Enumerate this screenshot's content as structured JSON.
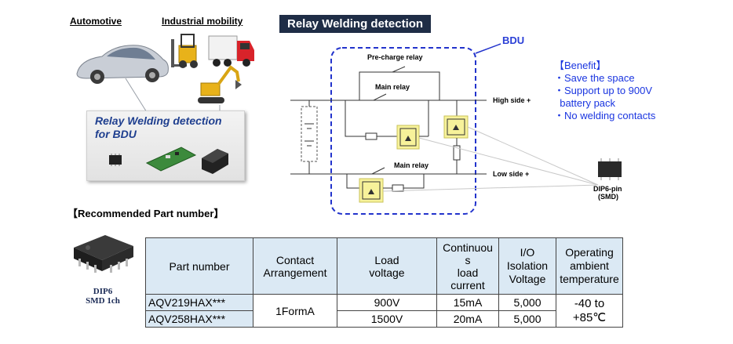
{
  "top_labels": {
    "automotive": "Automotive",
    "industrial": "Industrial mobility"
  },
  "panel": {
    "line1": "Relay Welding detection",
    "line2": "for BDU"
  },
  "diagram": {
    "title": "Relay Welding detection",
    "bdu": "BDU",
    "precharge_relay": "Pre-charge relay",
    "main_relay_top": "Main relay",
    "main_relay_bottom": "Main relay",
    "high_side": "High side +",
    "low_side": "Low side +",
    "package_name": "DIP6-pin",
    "package_type": "(SMD)"
  },
  "benefit": {
    "heading": "【Benefit】",
    "items": [
      "・Save the space",
      "・Support up to 900V",
      "  battery pack",
      "・No welding contacts"
    ]
  },
  "recommended": {
    "title": "【Recommended Part number】",
    "chip_line1": "DIP6",
    "chip_line2": "SMD 1ch"
  },
  "table": {
    "headers": {
      "part_number": "Part number",
      "contact_1": "Contact",
      "contact_2": "Arrangement",
      "load_1": "Load",
      "load_2": "voltage",
      "cont_1": "Continuou",
      "cont_2": "s",
      "cont_3": "load",
      "cont_4": "current",
      "io_1": "I/O",
      "io_2": "Isolation",
      "io_3": "Voltage",
      "op_1": "Operating",
      "op_2": "ambient",
      "op_3": "temperature"
    },
    "contact_value": "1FormA",
    "temp_1": "-40 to",
    "temp_2": "+85℃",
    "rows": [
      {
        "part": "AQV219HAX***",
        "voltage": "900V",
        "current": "15mA",
        "isolation": "5,000"
      },
      {
        "part": "AQV258HAX***",
        "voltage": "1500V",
        "current": "20mA",
        "isolation": "5,000"
      }
    ]
  }
}
